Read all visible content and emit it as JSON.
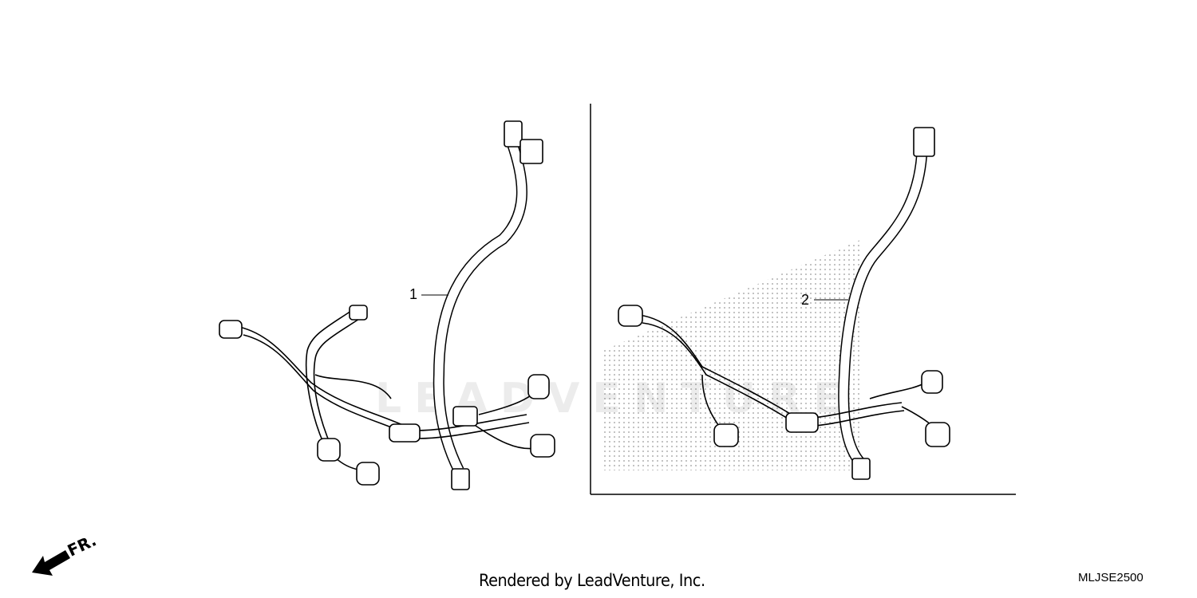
{
  "diagram": {
    "callouts": [
      {
        "label": "1"
      },
      {
        "label": "2"
      }
    ],
    "direction_label": "FR.",
    "direction_icon": "front-arrow-icon",
    "watermark": "LEADVENTURE",
    "footer": "Rendered by LeadVenture, Inc.",
    "diagram_code": "MLJSE2500"
  }
}
